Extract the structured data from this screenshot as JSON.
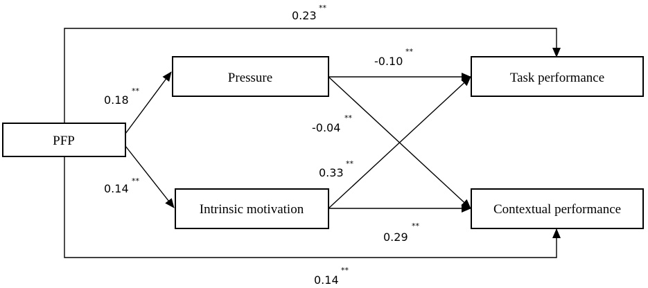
{
  "nodes": {
    "pfp": "PFP",
    "pressure": "Pressure",
    "intrinsic_motivation": "Intrinsic motivation",
    "task_performance": "Task performance",
    "contextual_performance": "Contextual performance"
  },
  "paths": {
    "pfp_to_task": {
      "coef": "0.23",
      "sig": "**"
    },
    "pfp_to_pressure": {
      "coef": "0.18",
      "sig": "**"
    },
    "pfp_to_intrinsic": {
      "coef": "0.14",
      "sig": "**"
    },
    "pressure_to_task": {
      "coef": "-0.10",
      "sig": "**"
    },
    "pressure_to_contextual": {
      "coef": "-0.04",
      "sig": "**"
    },
    "intrinsic_to_task": {
      "coef": "0.33",
      "sig": "**"
    },
    "intrinsic_to_contextual": {
      "coef": "0.29",
      "sig": "**"
    },
    "pfp_to_contextual": {
      "coef": "0.14",
      "sig": "**"
    }
  }
}
